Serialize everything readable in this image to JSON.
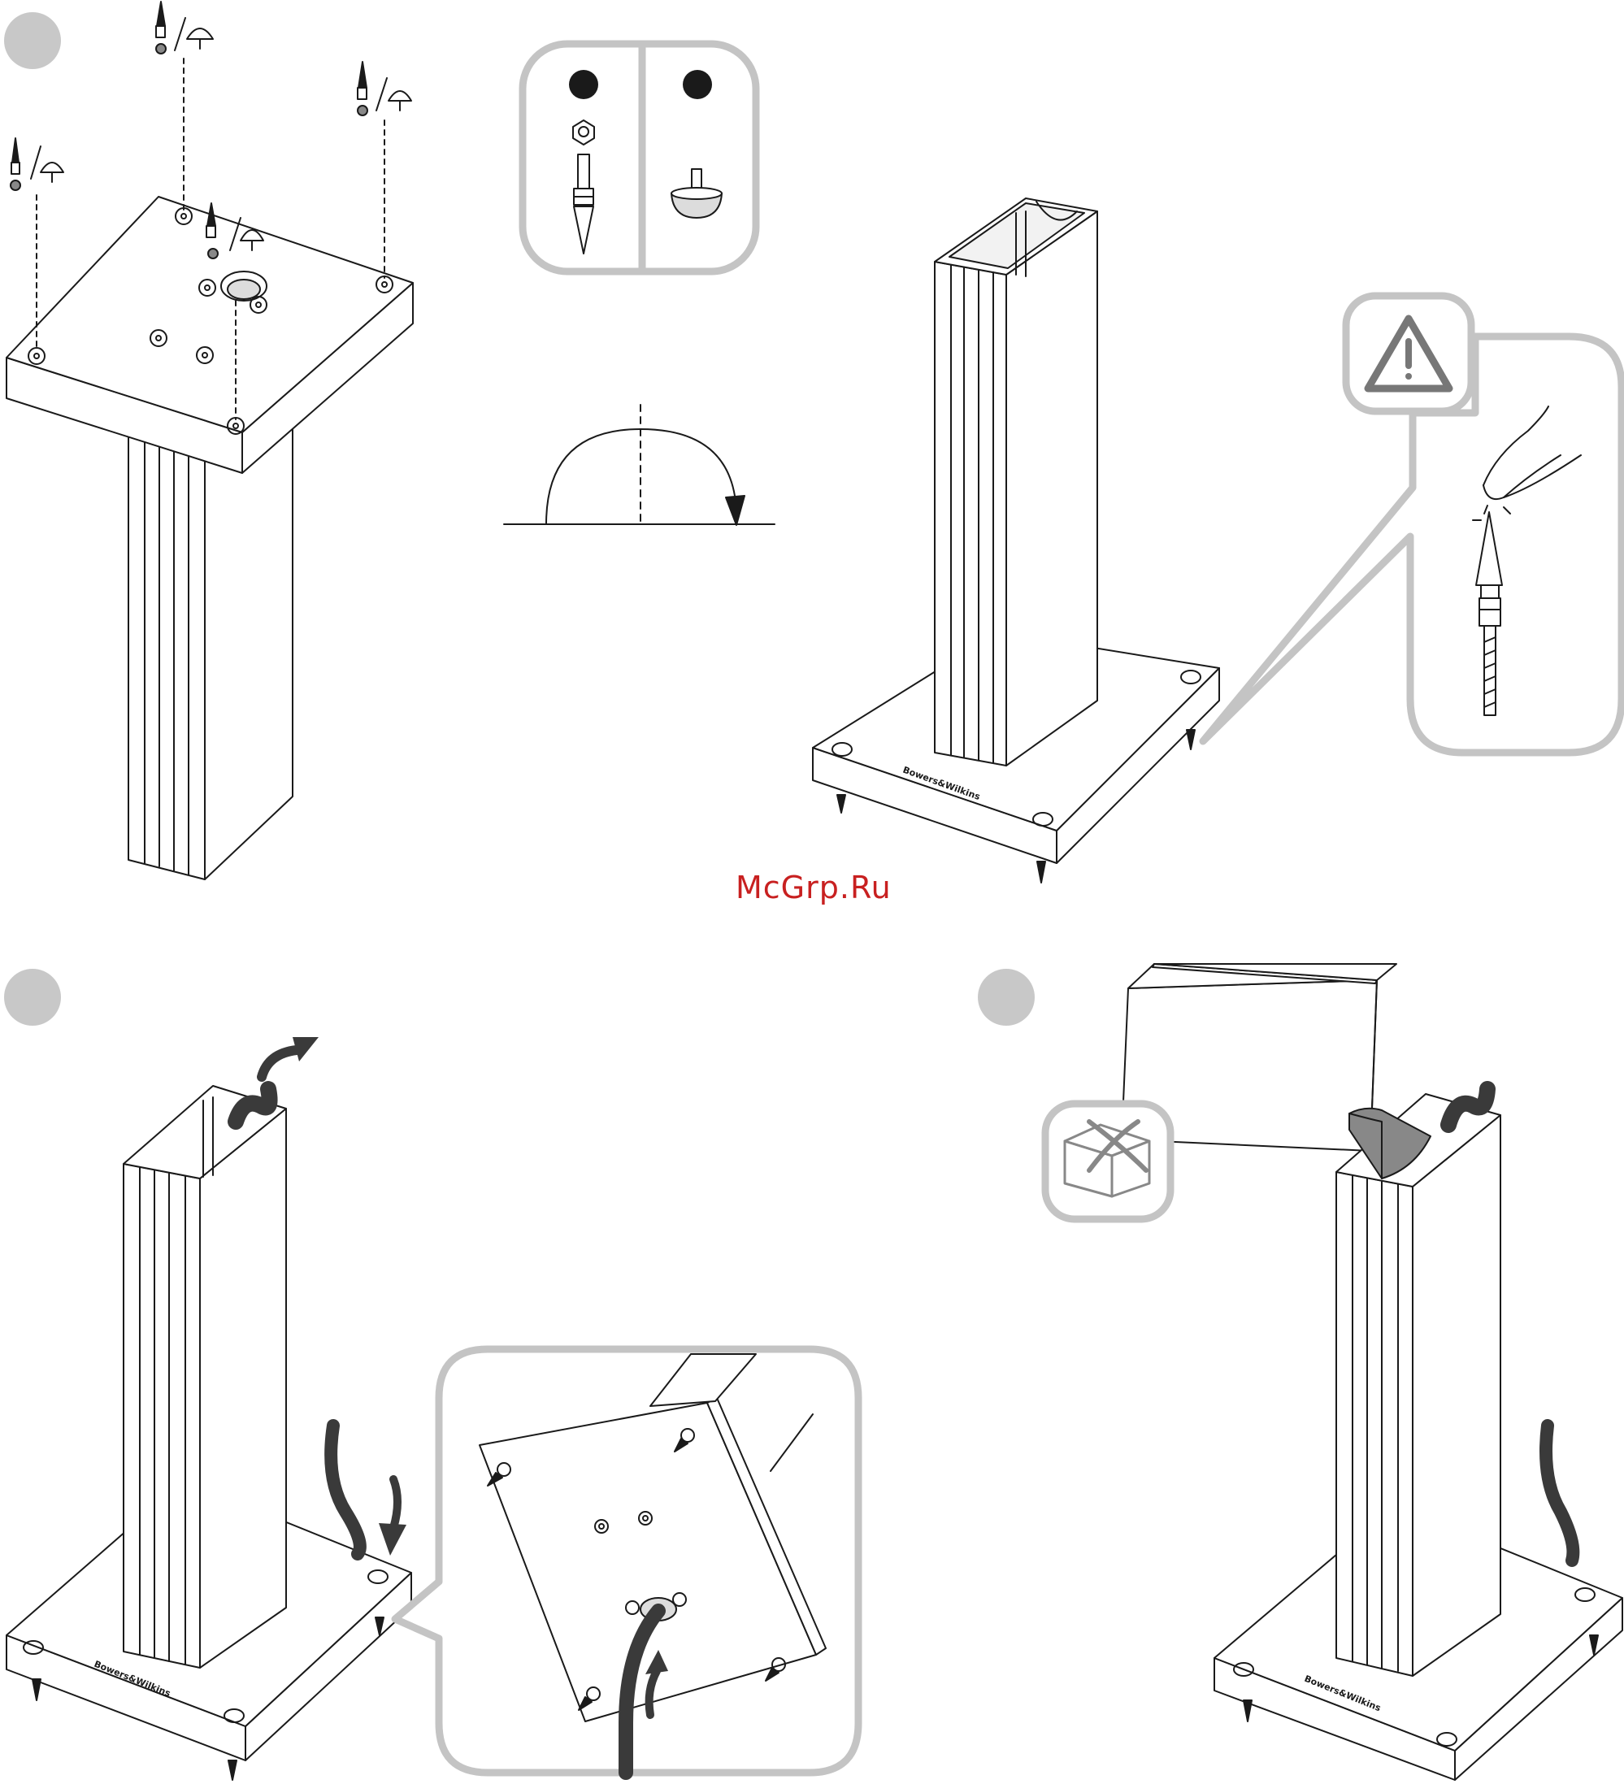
{
  "watermark": {
    "text": "McGrp.Ru"
  },
  "brand": {
    "text": "Bowers&Wilkins"
  },
  "colors": {
    "line": "#1a1a1a",
    "step_circle": "#c8c8c8",
    "panel_border": "#c4c4c4",
    "warning_border": "#777777",
    "watermark": "#c82020",
    "cable": "#3a3a3a"
  },
  "steps": [
    {
      "name": "step-1-spike-installation",
      "icons": [
        "spike-icon",
        "foot-icon",
        "nut-icon"
      ]
    },
    {
      "name": "step-2-cable-routing",
      "icons": [
        "cable-icon",
        "arrow-icon"
      ]
    },
    {
      "name": "step-3-speaker-placement",
      "icons": [
        "speaker-box-icon",
        "no-box-icon"
      ]
    }
  ],
  "callouts": {
    "hardware_options": [
      "spike-with-nut-icon",
      "rubber-foot-icon"
    ],
    "warning": "warning-icon"
  }
}
